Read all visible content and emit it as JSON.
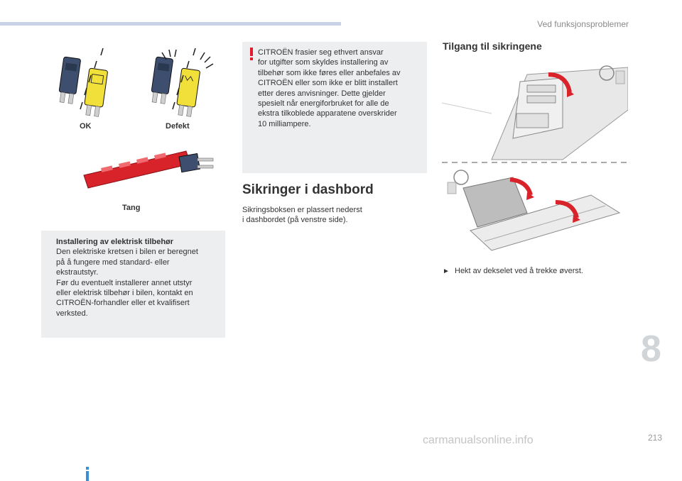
{
  "header": {
    "section": "Ved funksjonsproblemer",
    "chapter": "8",
    "page": "213"
  },
  "watermark": "carmanualsonline.info",
  "figures": {
    "ok_label": "OK",
    "defect_label": "Defekt",
    "pliers_label": "Tang"
  },
  "info_box": {
    "title": "Installering av elektrisk tilbehør",
    "lines": [
      "Den elektriske kretsen i bilen er beregnet",
      "på å fungere med standard- eller",
      "ekstrautstyr.",
      "Før du eventuelt installerer annet utstyr",
      "eller elektrisk tilbehør i bilen, kontakt en",
      "CITROËN-forhandler eller et kvalifisert",
      "verksted."
    ]
  },
  "warning_box": {
    "lines": [
      "CITROËN frasier seg ethvert ansvar",
      "for utgifter som skyldes installering av",
      "tilbehør som ikke føres eller anbefales av",
      "CITROËN eller som ikke er blitt installert",
      "etter deres anvisninger. Dette gjelder",
      "spesielt når energiforbruket for alle de",
      "ekstra tilkoblede apparatene overskrider",
      "10 milliampere."
    ]
  },
  "dashboard_section": {
    "title": "Sikringer i dashbord",
    "lines": [
      "Sikringsboksen er plassert nederst",
      "i dashbordet (på venstre side)."
    ]
  },
  "access_section": {
    "title": "Tilgang til sikringene",
    "instruction": "Hekt av dekselet ved å trekke øverst."
  },
  "colors": {
    "accent_bar": "#c9d3e8",
    "box_bg": "#eceef0",
    "warning": "#e21c2c",
    "info": "#3a8fd9",
    "fuse_yellow": "#f2e03a",
    "fuse_blue": "#3d4e6e",
    "pliers_red": "#d8232a"
  }
}
